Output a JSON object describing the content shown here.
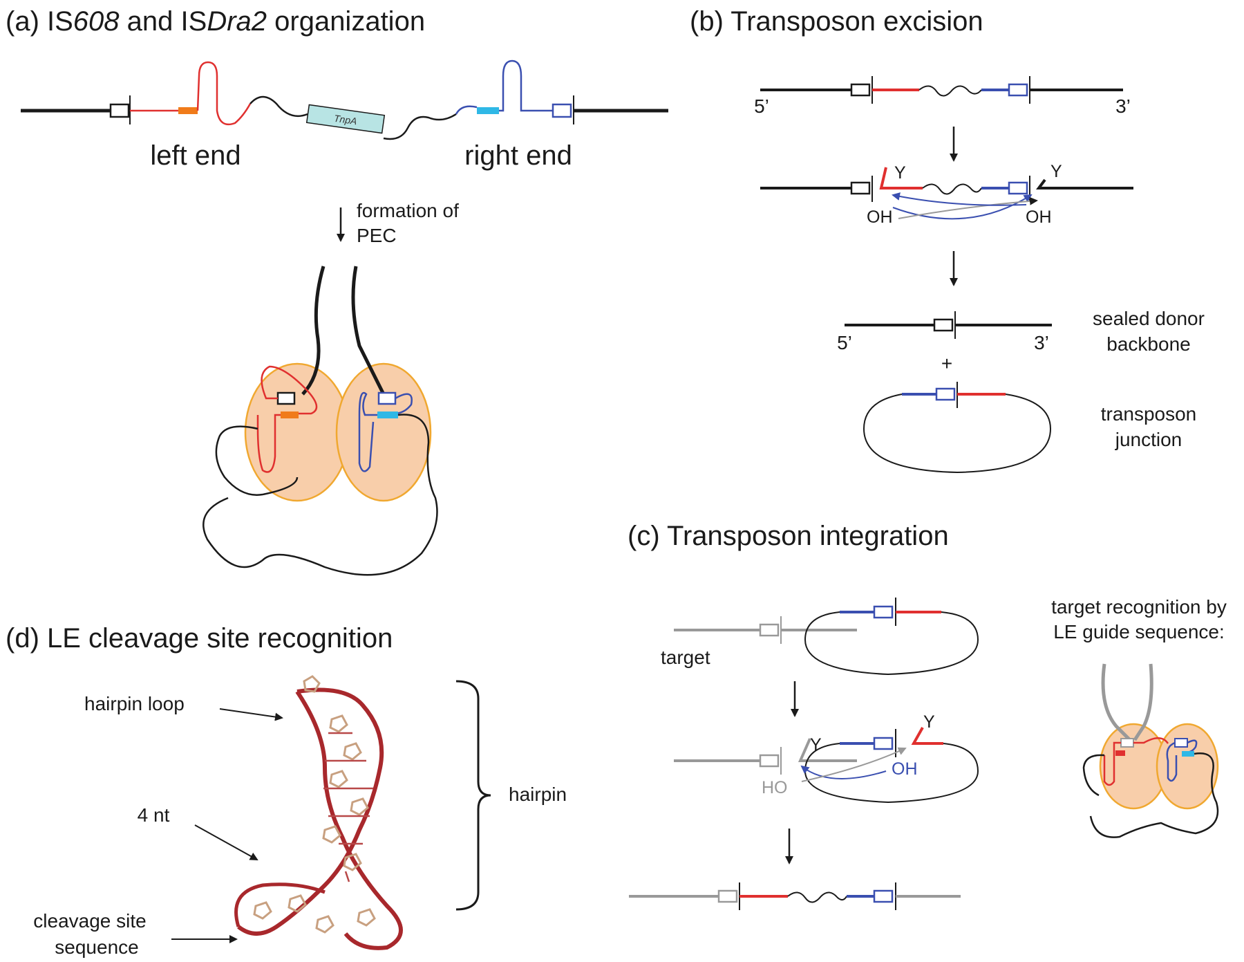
{
  "panels": {
    "a": {
      "title_prefix": "(a) IS",
      "title_italic_1": "608",
      "title_mid": " and IS",
      "title_italic_2": "Dra2",
      "title_suffix": " organization",
      "left_end": "left end",
      "right_end": "right end",
      "gene": "TnpA",
      "arrow_label_1": "formation of",
      "arrow_label_2": "PEC"
    },
    "b": {
      "title": "(b) Transposon excision",
      "five_prime": "5’",
      "three_prime": "3’",
      "y": "Y",
      "oh": "OH",
      "plus": "+",
      "sealed_1": "sealed donor",
      "sealed_2": "backbone",
      "junction_1": "transposon",
      "junction_2": "junction"
    },
    "c": {
      "title": "(c) Transposon integration",
      "target": "target",
      "y": "Y",
      "oh": "OH",
      "ho": "HO",
      "recog_1": "target recognition by",
      "recog_2": "LE guide sequence:"
    },
    "d": {
      "title": "(d) LE cleavage site recognition",
      "hairpin_loop": "hairpin loop",
      "four_nt": "4 nt",
      "cleavage_1": "cleavage site",
      "cleavage_2": "sequence",
      "hairpin": "hairpin"
    }
  },
  "colors": {
    "left_end": "#e0302f",
    "right_end": "#3a4fb0",
    "orange_box": "#f07b1a",
    "cyan_box": "#2fb8e6",
    "protein_fill": "#f8ceaa",
    "protein_stroke": "#f0a830",
    "target_gray": "#999999",
    "gene_fill": "#b8e4e4",
    "rna": "#a8282c"
  }
}
